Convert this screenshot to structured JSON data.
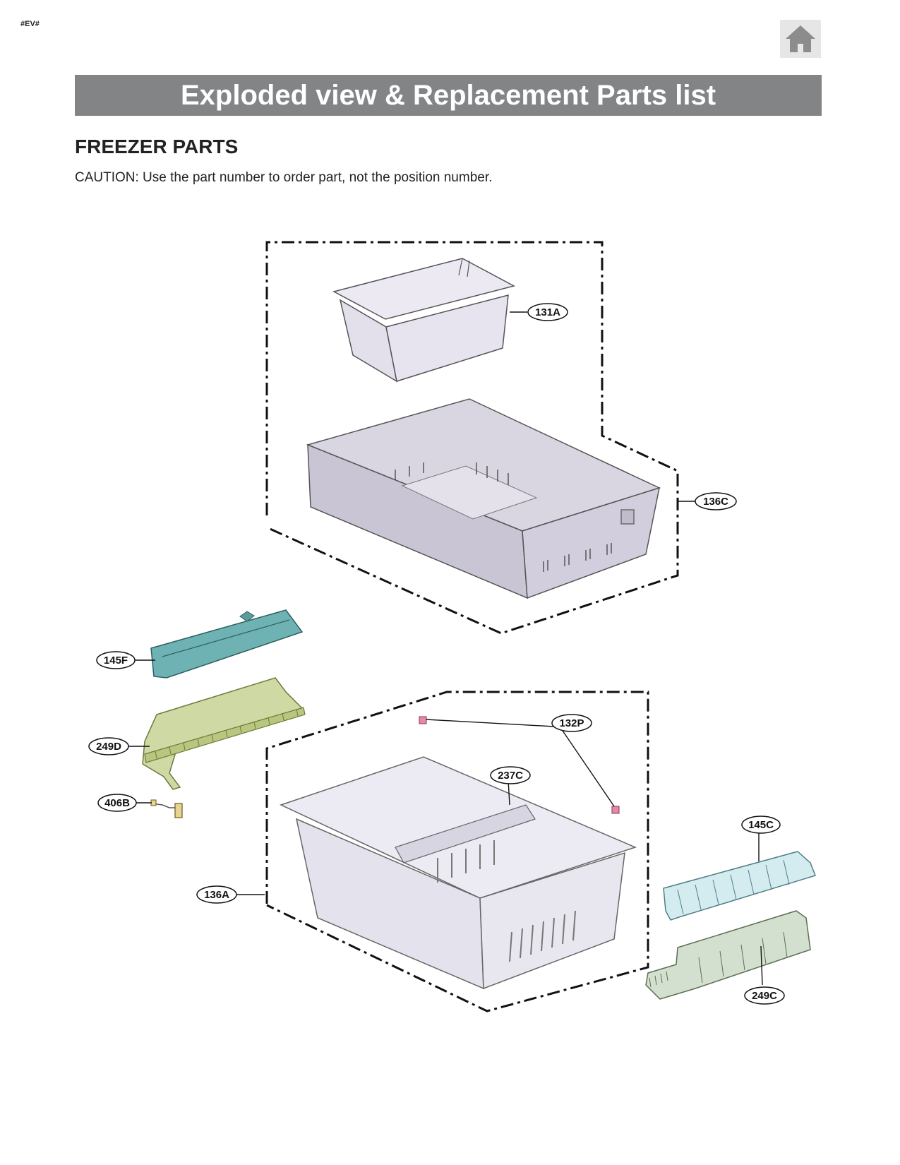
{
  "header": {
    "tag": "#EV#",
    "home_icon": "home-icon",
    "title": "Exploded view & Replacement Parts list"
  },
  "section": {
    "heading": "FREEZER PARTS",
    "caution": "CAUTION: Use the part number to order part, not the position number."
  },
  "callouts": {
    "c131A": "131A",
    "c136C": "136C",
    "c145F": "145F",
    "c249D": "249D",
    "c406B": "406B",
    "c132P": "132P",
    "c237C": "237C",
    "c145C": "145C",
    "c136A": "136A",
    "c249C": "249C"
  },
  "colors": {
    "banner": "#838486",
    "bin": "#e7e4ef",
    "drawer": "#cfcbd8",
    "rail_teal": "#6fb2b3",
    "rail_green": "#cfd9a3",
    "rail_light_blue": "#d4ecef",
    "rail_light_green": "#d4e0cf",
    "pad_pink": "#e58aa4"
  }
}
